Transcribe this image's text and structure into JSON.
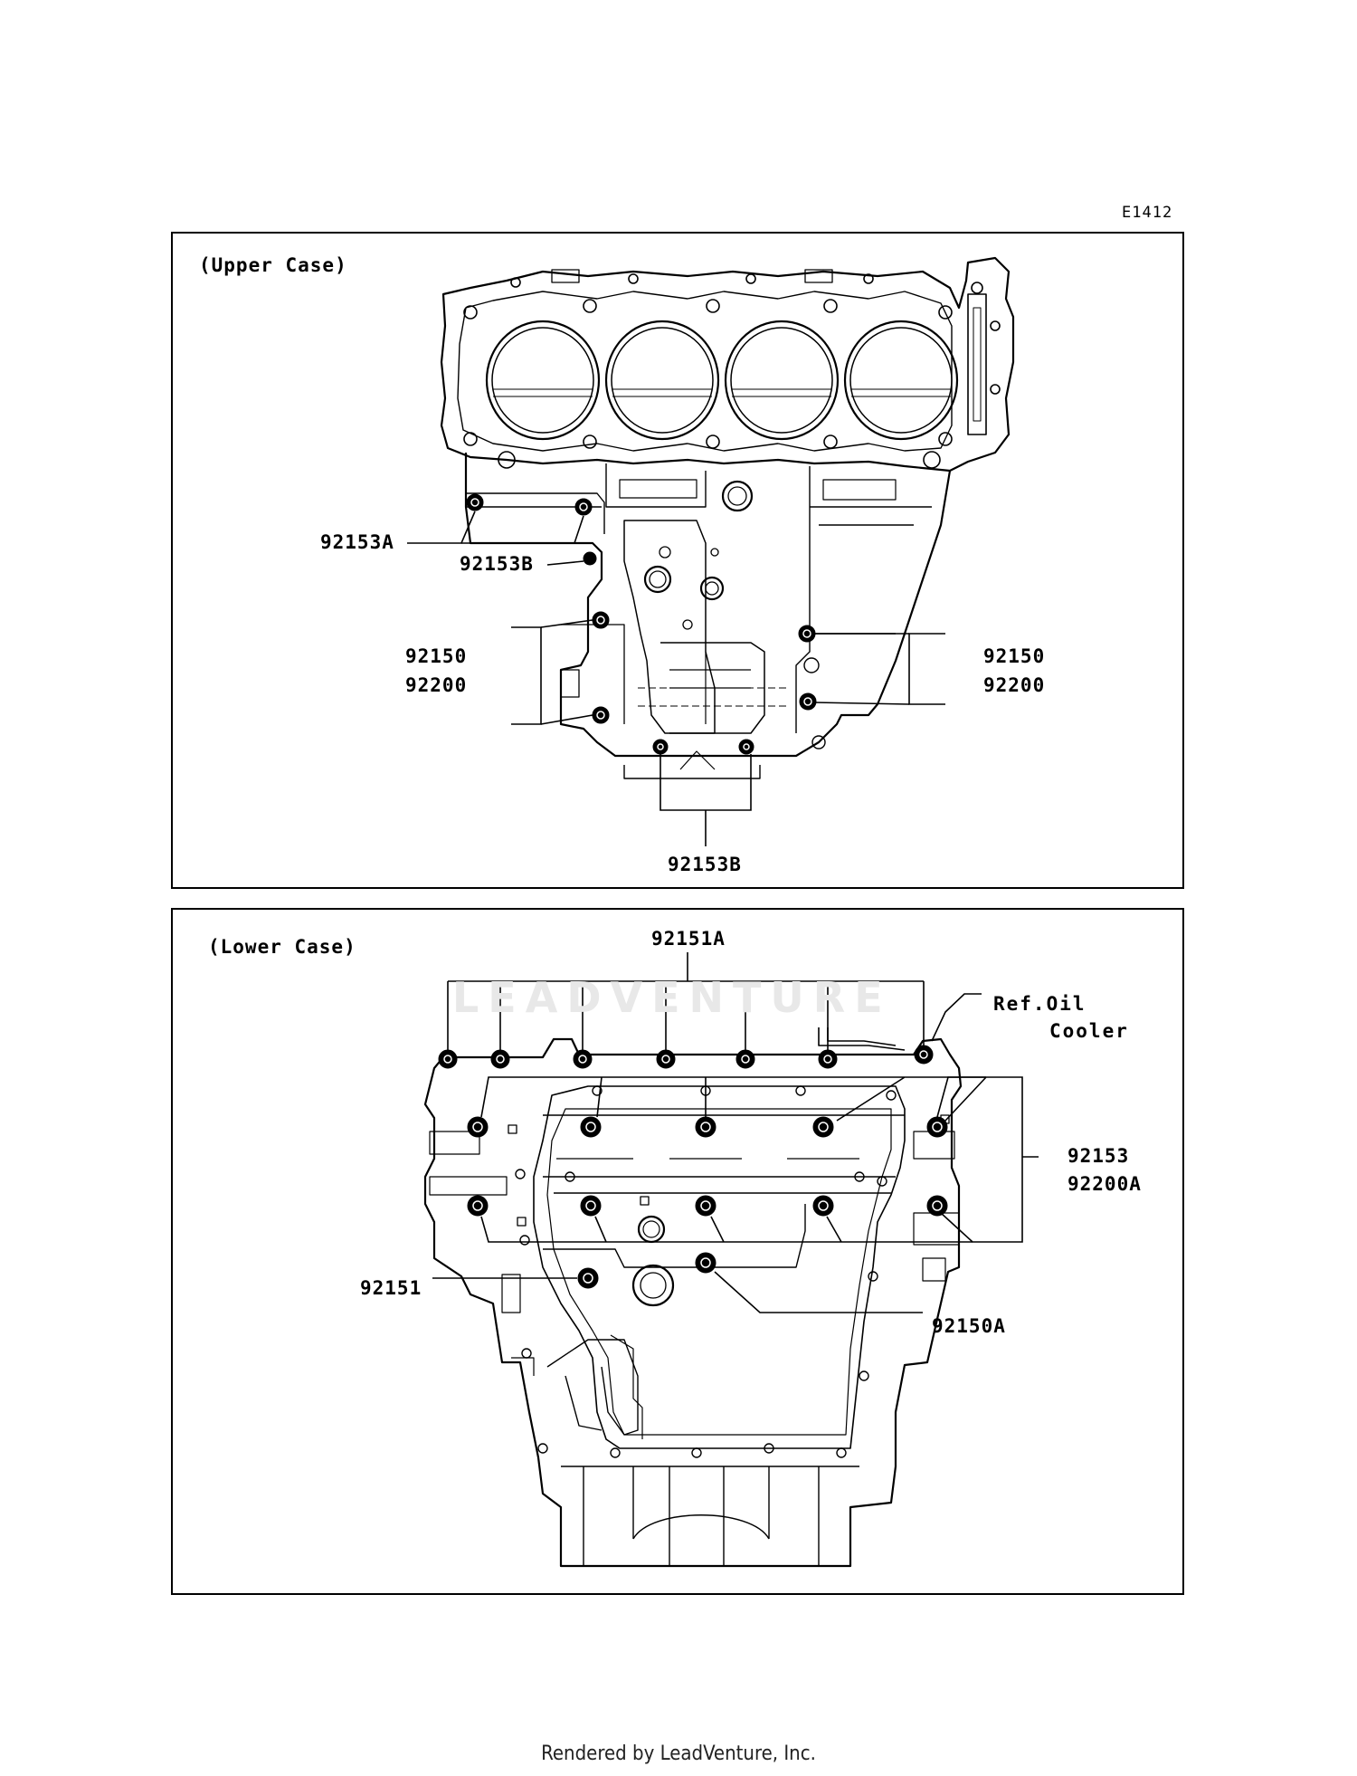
{
  "diagram_code": "E1412",
  "upper_case": {
    "title": "(Upper Case)",
    "labels": {
      "bolt_92153A": "92153A",
      "bolt_92153B_top": "92153B",
      "left_92150": "92150",
      "left_92200": "92200",
      "right_92150": "92150",
      "right_92200": "92200",
      "bottom_92153B": "92153B"
    }
  },
  "lower_case": {
    "title": "(Lower Case)",
    "labels": {
      "top_92151A": "92151A",
      "ref_oil_cooler_line1": "Ref.Oil",
      "ref_oil_cooler_line2": "Cooler",
      "right_92153": "92153",
      "right_92200A": "92200A",
      "left_92151": "92151",
      "right_92150A": "92150A"
    }
  },
  "watermark": "LEADVENTURE",
  "footer": "Rendered by LeadVenture, Inc."
}
